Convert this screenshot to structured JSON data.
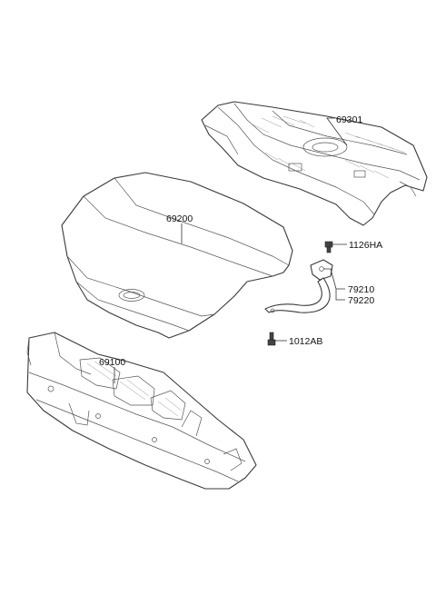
{
  "parts": {
    "rear_floor_panel": "69301",
    "trunk_lid": "69200",
    "bolt_upper": "1126HA",
    "hinge_lh": "79210",
    "hinge_rh": "79220",
    "bolt_lower": "1012AB",
    "back_panel": "69100"
  }
}
